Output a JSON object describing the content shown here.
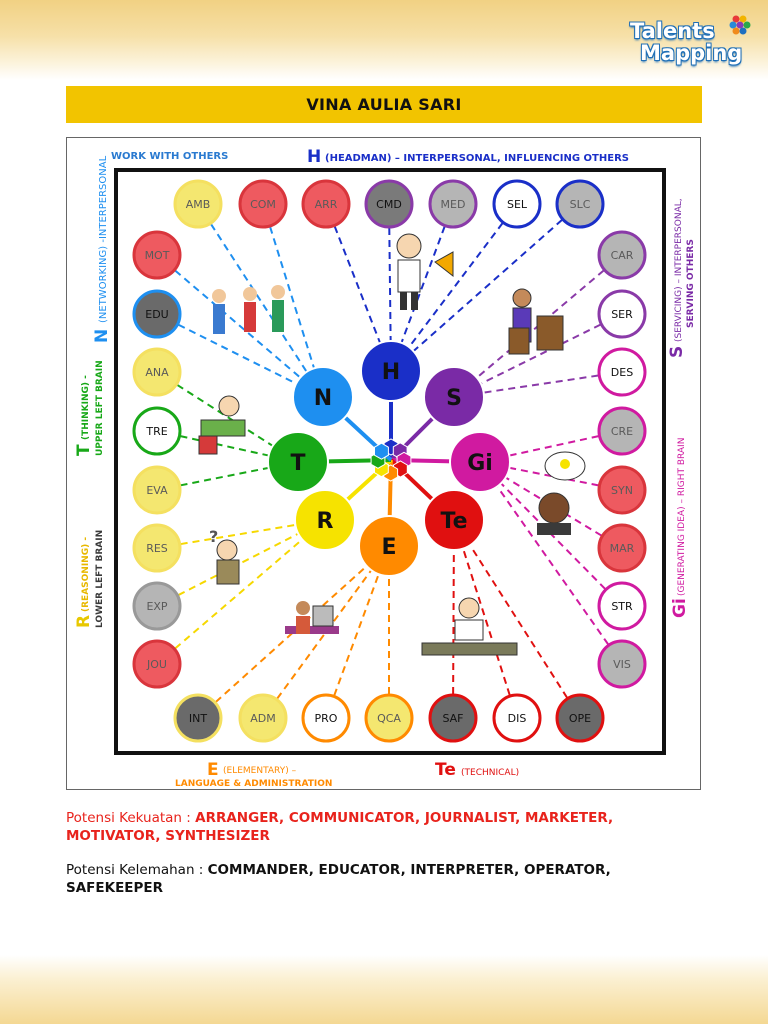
{
  "logo": {
    "line1": "Talents",
    "line2": "Mapping"
  },
  "profile_name": "VINA AULIA SARI",
  "diagram": {
    "headers": {
      "work_with_others": "WORK WITH OTHERS",
      "h_letter": "H",
      "h_text": "(HEADMAN) – INTERPERSONAL, INFLUENCING OTHERS",
      "n_letter": "N",
      "n_text": "(NETWORKING) -INTERPERSONAL",
      "t_letter": "T",
      "t_text1": "(THINKING) -",
      "t_text2": "UPPER LEFT BRAIN",
      "r_letter": "R",
      "r_text1": "(REASONING) -",
      "r_text2": "LOWER LEFT BRAIN",
      "s_letter": "S",
      "s_text1": "(SERVICING) – INTERPERSONAL,",
      "s_text2": "SERVING OTHERS",
      "gi_letter": "Gi",
      "gi_text": "(GENERATING IDEA) – RIGHT BRAIN",
      "e_letter": "E",
      "e_text1": "(ELEMENTARY) –",
      "e_text2": "LANGUAGE & ADMINISTRATION",
      "te_letter": "Te",
      "te_text": "(TECHNICAL)"
    },
    "hub": [
      {
        "label": "H",
        "color": "#1a2fc8"
      },
      {
        "label": "S",
        "color": "#7a2aa6"
      },
      {
        "label": "Gi",
        "color": "#d01aa0"
      },
      {
        "label": "Te",
        "color": "#e01010"
      },
      {
        "label": "E",
        "color": "#ff8a00"
      },
      {
        "label": "R",
        "color": "#f6e300"
      },
      {
        "label": "T",
        "color": "#18a818"
      },
      {
        "label": "N",
        "color": "#1e8ff0"
      }
    ],
    "roles": [
      {
        "code": "AMB",
        "group": "N",
        "fill": "#f4e770",
        "ring": "#f4e060"
      },
      {
        "code": "COM",
        "group": "N",
        "fill": "#ee5a60",
        "ring": "#d9353c"
      },
      {
        "code": "ARR",
        "group": "H",
        "fill": "#ee5a60",
        "ring": "#d9353c"
      },
      {
        "code": "CMD",
        "group": "H",
        "fill": "#7a7a7a",
        "ring": "#8a3aa8"
      },
      {
        "code": "MED",
        "group": "H",
        "fill": "#b5b5b5",
        "ring": "#8a3aa8"
      },
      {
        "code": "SEL",
        "group": "H",
        "fill": "#ffffff",
        "ring": "#1a2fc8"
      },
      {
        "code": "SLC",
        "group": "H",
        "fill": "#b5b5b5",
        "ring": "#1a2fc8"
      },
      {
        "code": "MOT",
        "group": "N",
        "fill": "#ee5a60",
        "ring": "#d9353c"
      },
      {
        "code": "EDU",
        "group": "N",
        "fill": "#6a6a6a",
        "ring": "#1e8ff0"
      },
      {
        "code": "ANA",
        "group": "T",
        "fill": "#f4e770",
        "ring": "#f4e060"
      },
      {
        "code": "TRE",
        "group": "T",
        "fill": "#ffffff",
        "ring": "#18a818"
      },
      {
        "code": "EVA",
        "group": "T",
        "fill": "#f4e770",
        "ring": "#f4e060"
      },
      {
        "code": "RES",
        "group": "R",
        "fill": "#f4e770",
        "ring": "#f4e060"
      },
      {
        "code": "EXP",
        "group": "R",
        "fill": "#b5b5b5",
        "ring": "#999999"
      },
      {
        "code": "JOU",
        "group": "R",
        "fill": "#ee5a60",
        "ring": "#d9353c"
      },
      {
        "code": "CAR",
        "group": "S",
        "fill": "#b5b5b5",
        "ring": "#8a3aa8"
      },
      {
        "code": "SER",
        "group": "S",
        "fill": "#ffffff",
        "ring": "#8a3aa8"
      },
      {
        "code": "DES",
        "group": "S",
        "fill": "#ffffff",
        "ring": "#d01aa0"
      },
      {
        "code": "CRE",
        "group": "Gi",
        "fill": "#b5b5b5",
        "ring": "#d01aa0"
      },
      {
        "code": "SYN",
        "group": "Gi",
        "fill": "#ee5a60",
        "ring": "#d9353c"
      },
      {
        "code": "MAR",
        "group": "Gi",
        "fill": "#ee5a60",
        "ring": "#d9353c"
      },
      {
        "code": "STR",
        "group": "Gi",
        "fill": "#ffffff",
        "ring": "#d01aa0"
      },
      {
        "code": "VIS",
        "group": "Gi",
        "fill": "#b5b5b5",
        "ring": "#d01aa0"
      },
      {
        "code": "INT",
        "group": "E",
        "fill": "#6a6a6a",
        "ring": "#f4e060"
      },
      {
        "code": "ADM",
        "group": "E",
        "fill": "#f4e770",
        "ring": "#f4e060"
      },
      {
        "code": "PRO",
        "group": "E",
        "fill": "#ffffff",
        "ring": "#ff8a00"
      },
      {
        "code": "QCA",
        "group": "E",
        "fill": "#f4e770",
        "ring": "#ff8a00"
      },
      {
        "code": "SAF",
        "group": "Te",
        "fill": "#6a6a6a",
        "ring": "#e01010"
      },
      {
        "code": "DIS",
        "group": "Te",
        "fill": "#ffffff",
        "ring": "#e01010"
      },
      {
        "code": "OPE",
        "group": "Te",
        "fill": "#6a6a6a",
        "ring": "#e01010"
      }
    ]
  },
  "strengths": {
    "label": "Potensi Kekuatan : ",
    "value": "ARRANGER, COMMUNICATOR, JOURNALIST, MARKETER, MOTIVATOR, SYNTHESIZER"
  },
  "weaknesses": {
    "label": "Potensi Kelemahan : ",
    "value": "COMMANDER, EDUCATOR, INTERPRETER, OPERATOR, SAFEKEEPER"
  }
}
